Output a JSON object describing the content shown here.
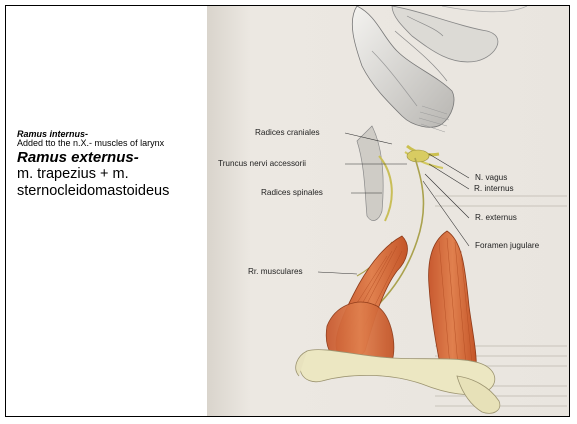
{
  "slide": {
    "ramus_internus_title": "Ramus internus-",
    "ramus_internus_text": "Added tto the n.X.- muscles of larynx",
    "ramus_externus_title": "Ramus externus-",
    "ramus_externus_text": "m. trapezius + m. sternocleidomastoideus"
  },
  "figure": {
    "labels": {
      "radices_craniales": "Radices craniales",
      "truncus": "Truncus nervi accessorii",
      "radices_spinales": "Radices spinales",
      "rr_musculares": "Rr. musculares",
      "n_vagus": "N. vagus",
      "r_internus": "R. internus",
      "r_externus": "R. externus",
      "foramen_jugulare": "Foramen jugulare"
    }
  },
  "colors": {
    "page_paper": "#e6e2dc",
    "muscle": "#d46a3c",
    "bone": "#ece7c2",
    "nerve": "#d2c860"
  }
}
